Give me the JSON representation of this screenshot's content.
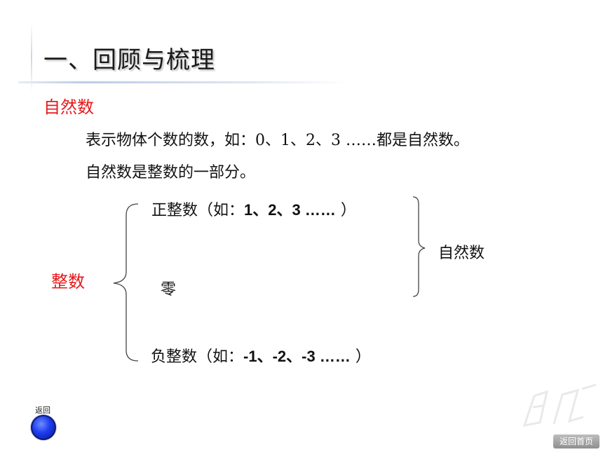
{
  "slide": {
    "title": "一、回顾与梳理",
    "section_label": "自然数",
    "definition_prefix": "表示物体个数的数，如：",
    "definition_numbers": "0、1、2、3",
    "definition_suffix": " ……都是自然数。",
    "statement": "自然数是整数的一部分。"
  },
  "classification": {
    "root_label": "整数",
    "positive_prefix": "正整数（如：",
    "positive_examples": "1、2、3 ……",
    "positive_close": " ）",
    "zero_label": "零",
    "negative_prefix": "负整数（如：",
    "negative_examples": "-1、-2、-3 ……",
    "negative_close": " ）",
    "natural_label": "自然数"
  },
  "nav": {
    "back_label": "返回",
    "home_label": "返回首页"
  },
  "colors": {
    "accent_red": "#e8191c",
    "back_button_blue": "#1d3cf0"
  }
}
